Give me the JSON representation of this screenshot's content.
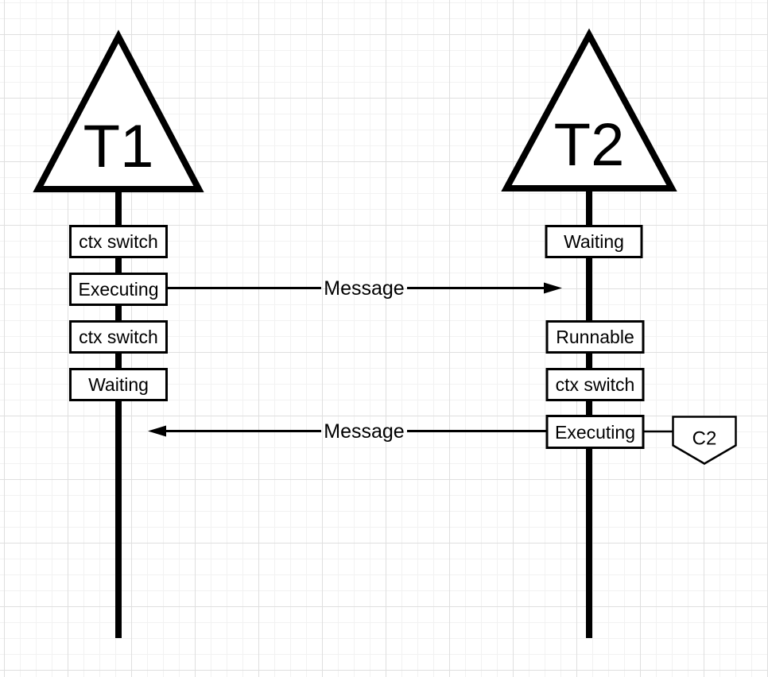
{
  "diagram": {
    "threads": [
      {
        "label": "T1",
        "states": [
          "ctx switch",
          "Executing",
          "ctx switch",
          "Waiting"
        ]
      },
      {
        "label": "T2",
        "states": [
          "Waiting",
          "Runnable",
          "ctx switch",
          "Executing"
        ]
      }
    ],
    "messages": [
      {
        "label": "Message",
        "direction": "right"
      },
      {
        "label": "Message",
        "direction": "left"
      }
    ],
    "annotation": {
      "label": "C2"
    },
    "colors": {
      "stroke": "#000000",
      "shape_fill": "#ffffff",
      "background": "#ffffff",
      "grid_minor": "#f2f2f2",
      "grid_major": "#dfdfdf"
    }
  }
}
